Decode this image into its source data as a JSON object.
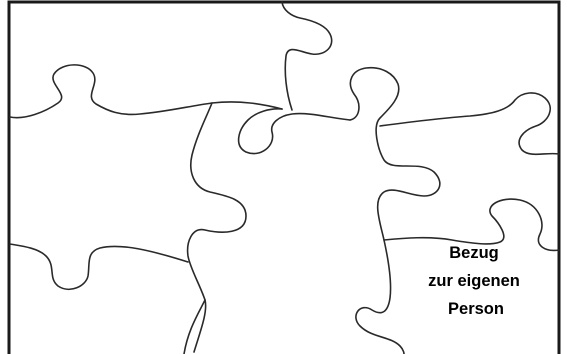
{
  "piece_label": {
    "lines": [
      "Bezug",
      "zur eigenen",
      "Person"
    ]
  }
}
